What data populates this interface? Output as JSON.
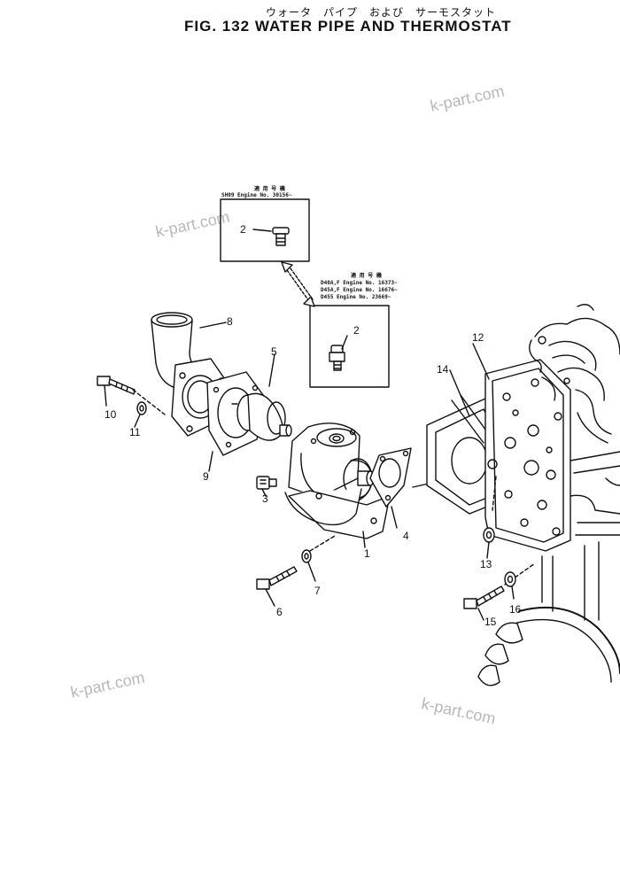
{
  "title": {
    "japanese": "ウォータ　パイプ　および　サーモスタット",
    "english": "FIG. 132  WATER PIPE AND THERMOSTAT"
  },
  "watermarks": [
    "k-part.com",
    "k-part.com",
    "k-part.com",
    "k-part.com"
  ],
  "inset_top": {
    "header": "適 用 号 機",
    "lines": [
      "SH09 Engine No. 30156~"
    ],
    "part": "2"
  },
  "inset_bottom": {
    "header": "適 用 号 機",
    "lines": [
      "D40A,F  Engine No. 16373~",
      "D45A,F  Engine No. 16676~",
      "D455    Engine No. 23669~"
    ],
    "part": "2"
  },
  "callouts": [
    "8",
    "5",
    "10",
    "11",
    "9",
    "3",
    "1",
    "7",
    "6",
    "4",
    "12",
    "14",
    "13",
    "15",
    "16"
  ]
}
